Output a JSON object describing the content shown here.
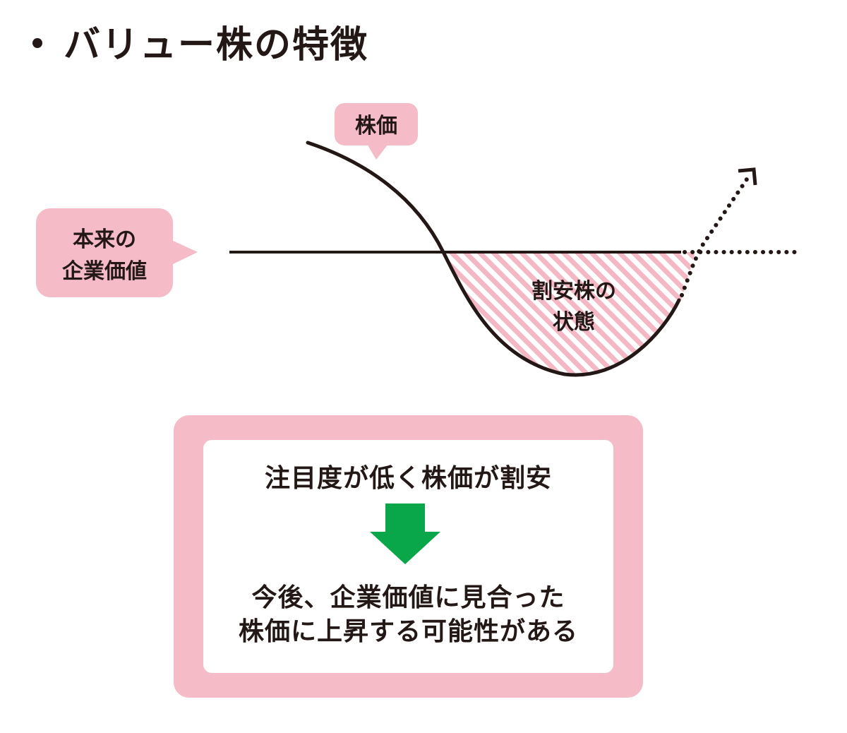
{
  "title": "バリュー株の特徴",
  "diagram": {
    "price_label": "株価",
    "value_label_line1": "本来の",
    "value_label_line2": "企業価値",
    "undervalued_label_line1": "割安株の",
    "undervalued_label_line2": "状態",
    "icons": [
      "up-right-arrow-icon",
      "down-arrow-icon"
    ]
  },
  "summary": {
    "cause": "注目度が低く株価が割安",
    "result_line1": "今後、企業価値に見合った",
    "result_line2": "株価に上昇する可能性がある"
  },
  "colors": {
    "pink": "#f5bcc7",
    "stripe_pink": "#f4b8c4",
    "line": "#231815",
    "arrow_green": "#0aa64a"
  }
}
